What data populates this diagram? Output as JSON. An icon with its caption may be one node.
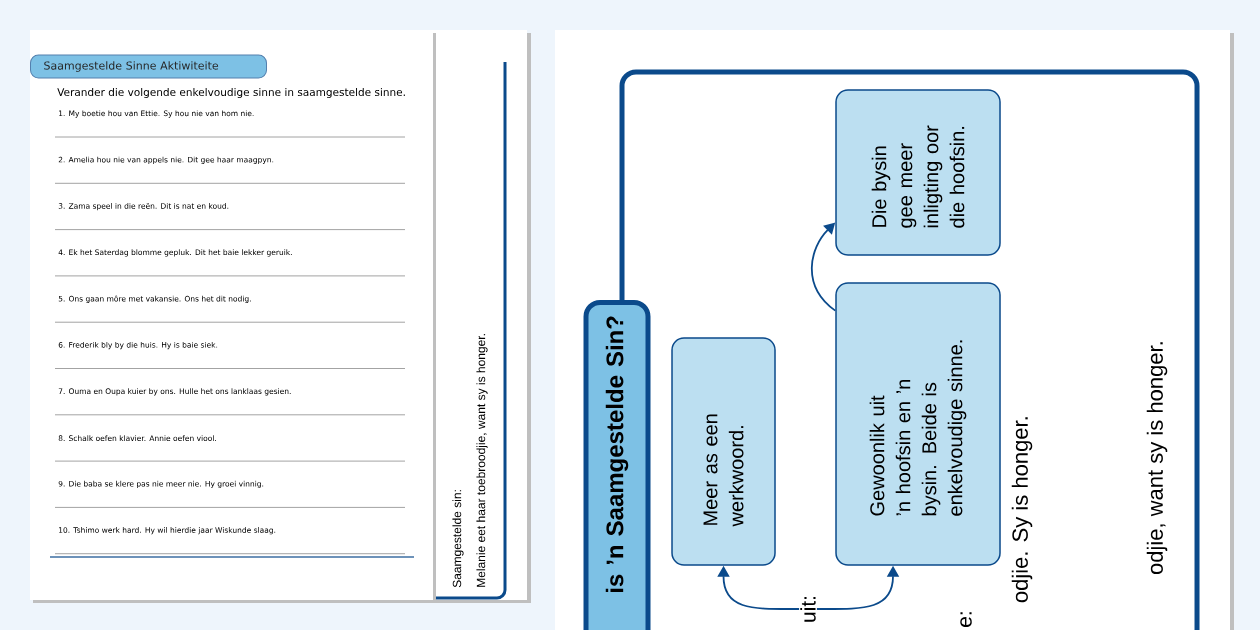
{
  "diagram": {
    "nodes": [
      {
        "text": [
          "Saamgestelde Sinne Aktiwiteite"
        ]
      },
      {
        "text": [
          "is ’n Saamgestelde Sin?"
        ]
      },
      {
        "text": [
          "uit:"
        ]
      },
      {
        "text": [
          "Meer as een werkwoord."
        ]
      },
      {
        "text": [
          "Gewoonlik uit ’n hoofsin en ’n bysin. Beide is enkelvoudige sinne."
        ]
      },
      {
        "text": [
          "Die bysin gee meer inligting oor die hoofsin."
        ]
      }
    ],
    "edges": [
      {
        "from": 2,
        "to": 3,
        "arrow": "to"
      },
      {
        "from": 2,
        "to": 4,
        "arrow": "to"
      },
      {
        "from": 4,
        "to": 5,
        "arrow": "to"
      }
    ],
    "labels": [
      "Verander die volgende enkelvoudige sinne in saamgestelde sinne.",
      "1. My boetie hou van Ettie. Sy hou nie van hom nie.",
      "2. Amelia hou nie van appels nie. Dit gee haar maagpyn.",
      "3. Zama speel in die reën. Dit is nat en koud.",
      "4. Ek het Saterdag blomme gepluk. Dit het baie lekker geruik.",
      "5. Ons gaan môre met vakansie. Ons het dit nodig.",
      "6. Frederik bly by die huis. Hy is baie siek.",
      "7. Ouma en Oupa kuier by ons. Hulle het ons lanklaas gesien.",
      "8. Schalk oefen klavier. Annie oefen viool.",
      "9. Die baba se klere pas nie meer nie. Hy groei vinnig.",
      "10. Tshimo werk hard. Hy wil hierdie jaar Wiskunde slaag.",
      "Saamgestelde sin:",
      "Melanie eet haar toebroodjie, want sy is honger.",
      "e:",
      "odjie. Sy is honger.",
      "odjie, want sy is honger."
    ]
  }
}
